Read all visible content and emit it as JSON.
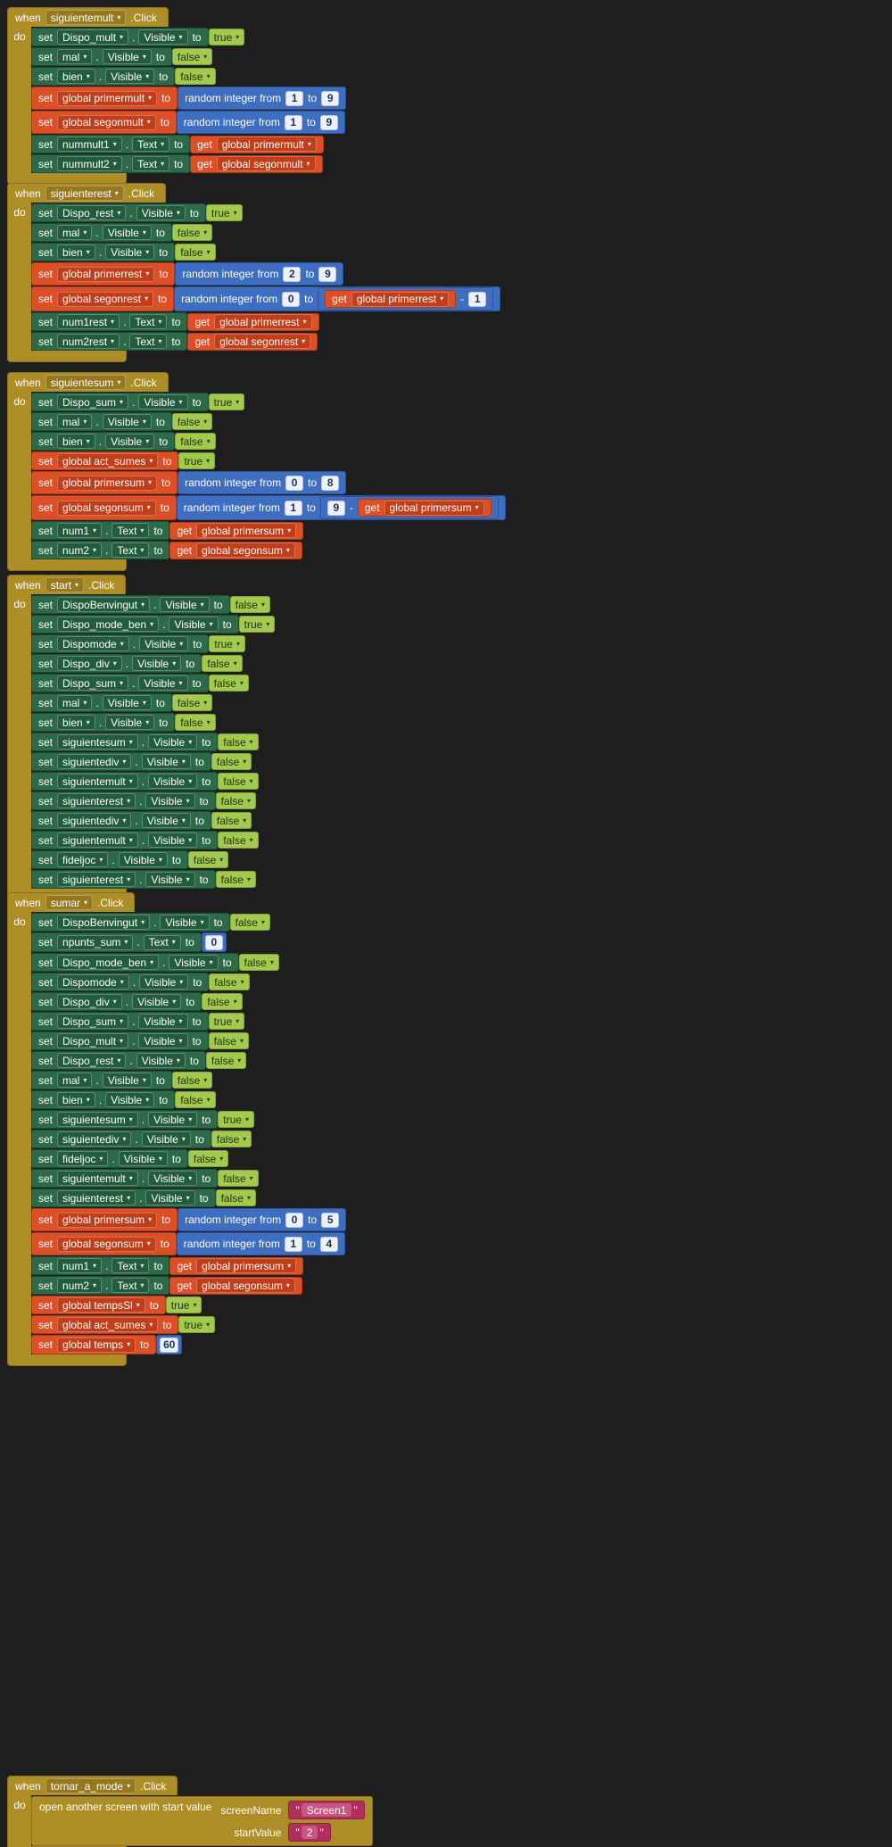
{
  "colors": {
    "background": "#1e1e1e",
    "gold": "#ad8d26",
    "green": "#2d6a4a",
    "orange": "#dd4f27",
    "blue": "#3e6ec0",
    "logic": "#a4c94f",
    "pink": "#b02e5c"
  },
  "icons": {
    "dropdown_arrow": "▾"
  },
  "labels": {
    "when": "when",
    "do": "do",
    "set": "set",
    "to": "to",
    "dot": ".",
    "get": "get",
    "random_from": "random integer from",
    "random_to": "to",
    "minus": "-",
    "open_screen": "open another screen with start value",
    "quote": "\""
  },
  "blocks": [
    {
      "component": "siguientemult",
      "event": ".Click",
      "statements": [
        {
          "k": "set_prop",
          "component": "Dispo_mult",
          "property": "Visible",
          "value": {
            "k": "logic",
            "v": "true"
          }
        },
        {
          "k": "set_prop",
          "component": "mal",
          "property": "Visible",
          "value": {
            "k": "logic",
            "v": "false"
          }
        },
        {
          "k": "set_prop",
          "component": "bien",
          "property": "Visible",
          "value": {
            "k": "logic",
            "v": "false"
          }
        },
        {
          "k": "set_global",
          "name": "global primermult",
          "value": {
            "k": "random",
            "from": {
              "k": "num",
              "v": "1"
            },
            "to": {
              "k": "num",
              "v": "9"
            }
          }
        },
        {
          "k": "set_global",
          "name": "global segonmult",
          "value": {
            "k": "random",
            "from": {
              "k": "num",
              "v": "1"
            },
            "to": {
              "k": "num",
              "v": "9"
            }
          }
        },
        {
          "k": "set_prop",
          "component": "nummult1",
          "property": "Text",
          "value": {
            "k": "get",
            "name": "global primermult"
          }
        },
        {
          "k": "set_prop",
          "component": "nummult2",
          "property": "Text",
          "value": {
            "k": "get",
            "name": "global segonmult"
          }
        }
      ]
    },
    {
      "component": "siguienterest",
      "event": ".Click",
      "statements": [
        {
          "k": "set_prop",
          "component": "Dispo_rest",
          "property": "Visible",
          "value": {
            "k": "logic",
            "v": "true"
          }
        },
        {
          "k": "set_prop",
          "component": "mal",
          "property": "Visible",
          "value": {
            "k": "logic",
            "v": "false"
          }
        },
        {
          "k": "set_prop",
          "component": "bien",
          "property": "Visible",
          "value": {
            "k": "logic",
            "v": "false"
          }
        },
        {
          "k": "set_global",
          "name": "global primerrest",
          "value": {
            "k": "random",
            "from": {
              "k": "num",
              "v": "2"
            },
            "to": {
              "k": "num",
              "v": "9"
            }
          }
        },
        {
          "k": "set_global",
          "name": "global segonrest",
          "value": {
            "k": "random",
            "from": {
              "k": "num",
              "v": "0"
            },
            "to": {
              "k": "minus",
              "left": {
                "k": "get",
                "name": "global primerrest"
              },
              "right": {
                "k": "num",
                "v": "1"
              }
            }
          }
        },
        {
          "k": "set_prop",
          "component": "num1rest",
          "property": "Text",
          "value": {
            "k": "get",
            "name": "global primerrest"
          }
        },
        {
          "k": "set_prop",
          "component": "num2rest",
          "property": "Text",
          "value": {
            "k": "get",
            "name": "global segonrest"
          }
        }
      ]
    },
    {
      "component": "siguientesum",
      "event": ".Click",
      "statements": [
        {
          "k": "set_prop",
          "component": "Dispo_sum",
          "property": "Visible",
          "value": {
            "k": "logic",
            "v": "true"
          }
        },
        {
          "k": "set_prop",
          "component": "mal",
          "property": "Visible",
          "value": {
            "k": "logic",
            "v": "false"
          }
        },
        {
          "k": "set_prop",
          "component": "bien",
          "property": "Visible",
          "value": {
            "k": "logic",
            "v": "false"
          }
        },
        {
          "k": "set_global",
          "name": "global act_sumes",
          "value": {
            "k": "logic",
            "v": "true"
          }
        },
        {
          "k": "set_global",
          "name": "global primersum",
          "value": {
            "k": "random",
            "from": {
              "k": "num",
              "v": "0"
            },
            "to": {
              "k": "num",
              "v": "8"
            }
          }
        },
        {
          "k": "set_global",
          "name": "global segonsum",
          "value": {
            "k": "random",
            "from": {
              "k": "num",
              "v": "1"
            },
            "to": {
              "k": "minus",
              "left": {
                "k": "num",
                "v": "9"
              },
              "right": {
                "k": "get",
                "name": "global primersum"
              }
            }
          }
        },
        {
          "k": "set_prop",
          "component": "num1",
          "property": "Text",
          "value": {
            "k": "get",
            "name": "global primersum"
          }
        },
        {
          "k": "set_prop",
          "component": "num2",
          "property": "Text",
          "value": {
            "k": "get",
            "name": "global segonsum"
          }
        }
      ]
    },
    {
      "component": "start",
      "event": ".Click",
      "statements": [
        {
          "k": "set_prop",
          "component": "DispoBenvingut",
          "property": "Visible",
          "value": {
            "k": "logic",
            "v": "false"
          }
        },
        {
          "k": "set_prop",
          "component": "Dispo_mode_ben",
          "property": "Visible",
          "value": {
            "k": "logic",
            "v": "true"
          }
        },
        {
          "k": "set_prop",
          "component": "Dispomode",
          "property": "Visible",
          "value": {
            "k": "logic",
            "v": "true"
          }
        },
        {
          "k": "set_prop",
          "component": "Dispo_div",
          "property": "Visible",
          "value": {
            "k": "logic",
            "v": "false"
          }
        },
        {
          "k": "set_prop",
          "component": "Dispo_sum",
          "property": "Visible",
          "value": {
            "k": "logic",
            "v": "false"
          }
        },
        {
          "k": "set_prop",
          "component": "mal",
          "property": "Visible",
          "value": {
            "k": "logic",
            "v": "false"
          }
        },
        {
          "k": "set_prop",
          "component": "bien",
          "property": "Visible",
          "value": {
            "k": "logic",
            "v": "false"
          }
        },
        {
          "k": "set_prop",
          "component": "siguientesum",
          "property": "Visible",
          "value": {
            "k": "logic",
            "v": "false"
          }
        },
        {
          "k": "set_prop",
          "component": "siguientediv",
          "property": "Visible",
          "value": {
            "k": "logic",
            "v": "false"
          }
        },
        {
          "k": "set_prop",
          "component": "siguientemult",
          "property": "Visible",
          "value": {
            "k": "logic",
            "v": "false"
          }
        },
        {
          "k": "set_prop",
          "component": "siguienterest",
          "property": "Visible",
          "value": {
            "k": "logic",
            "v": "false"
          }
        },
        {
          "k": "set_prop",
          "component": "siguientediv",
          "property": "Visible",
          "value": {
            "k": "logic",
            "v": "false"
          }
        },
        {
          "k": "set_prop",
          "component": "siguientemult",
          "property": "Visible",
          "value": {
            "k": "logic",
            "v": "false"
          }
        },
        {
          "k": "set_prop",
          "component": "fideljoc",
          "property": "Visible",
          "value": {
            "k": "logic",
            "v": "false"
          }
        },
        {
          "k": "set_prop",
          "component": "siguienterest",
          "property": "Visible",
          "value": {
            "k": "logic",
            "v": "false"
          }
        }
      ]
    },
    {
      "component": "sumar",
      "event": ".Click",
      "statements": [
        {
          "k": "set_prop",
          "component": "DispoBenvingut",
          "property": "Visible",
          "value": {
            "k": "logic",
            "v": "false"
          }
        },
        {
          "k": "set_prop",
          "component": "npunts_sum",
          "property": "Text",
          "value": {
            "k": "num",
            "v": "0"
          }
        },
        {
          "k": "set_prop",
          "component": "Dispo_mode_ben",
          "property": "Visible",
          "value": {
            "k": "logic",
            "v": "false"
          }
        },
        {
          "k": "set_prop",
          "component": "Dispomode",
          "property": "Visible",
          "value": {
            "k": "logic",
            "v": "false"
          }
        },
        {
          "k": "set_prop",
          "component": "Dispo_div",
          "property": "Visible",
          "value": {
            "k": "logic",
            "v": "false"
          }
        },
        {
          "k": "set_prop",
          "component": "Dispo_sum",
          "property": "Visible",
          "value": {
            "k": "logic",
            "v": "true"
          }
        },
        {
          "k": "set_prop",
          "component": "Dispo_mult",
          "property": "Visible",
          "value": {
            "k": "logic",
            "v": "false"
          }
        },
        {
          "k": "set_prop",
          "component": "Dispo_rest",
          "property": "Visible",
          "value": {
            "k": "logic",
            "v": "false"
          }
        },
        {
          "k": "set_prop",
          "component": "mal",
          "property": "Visible",
          "value": {
            "k": "logic",
            "v": "false"
          }
        },
        {
          "k": "set_prop",
          "component": "bien",
          "property": "Visible",
          "value": {
            "k": "logic",
            "v": "false"
          }
        },
        {
          "k": "set_prop",
          "component": "siguientesum",
          "property": "Visible",
          "value": {
            "k": "logic",
            "v": "true"
          }
        },
        {
          "k": "set_prop",
          "component": "siguientediv",
          "property": "Visible",
          "value": {
            "k": "logic",
            "v": "false"
          }
        },
        {
          "k": "set_prop",
          "component": "fideljoc",
          "property": "Visible",
          "value": {
            "k": "logic",
            "v": "false"
          }
        },
        {
          "k": "set_prop",
          "component": "siguientemult",
          "property": "Visible",
          "value": {
            "k": "logic",
            "v": "false"
          }
        },
        {
          "k": "set_prop",
          "component": "siguienterest",
          "property": "Visible",
          "value": {
            "k": "logic",
            "v": "false"
          }
        },
        {
          "k": "set_global",
          "name": "global primersum",
          "value": {
            "k": "random",
            "from": {
              "k": "num",
              "v": "0"
            },
            "to": {
              "k": "num",
              "v": "5"
            }
          }
        },
        {
          "k": "set_global",
          "name": "global segonsum",
          "value": {
            "k": "random",
            "from": {
              "k": "num",
              "v": "1"
            },
            "to": {
              "k": "num",
              "v": "4"
            }
          }
        },
        {
          "k": "set_prop",
          "component": "num1",
          "property": "Text",
          "value": {
            "k": "get",
            "name": "global primersum"
          }
        },
        {
          "k": "set_prop",
          "component": "num2",
          "property": "Text",
          "value": {
            "k": "get",
            "name": "global segonsum"
          }
        },
        {
          "k": "set_global",
          "name": "global tempsSl",
          "value": {
            "k": "logic",
            "v": "true"
          }
        },
        {
          "k": "set_global",
          "name": "global act_sumes",
          "value": {
            "k": "logic",
            "v": "true"
          }
        },
        {
          "k": "set_global",
          "name": "global temps",
          "value": {
            "k": "num",
            "v": "60"
          }
        }
      ]
    },
    {
      "component": "tornar_a_mode",
      "event": ".Click",
      "statements": [
        {
          "k": "open_screen",
          "args": [
            {
              "label": "screenName",
              "value": {
                "k": "text",
                "v": "Screen1"
              }
            },
            {
              "label": "startValue",
              "value": {
                "k": "text",
                "v": "2"
              }
            }
          ]
        }
      ]
    }
  ]
}
